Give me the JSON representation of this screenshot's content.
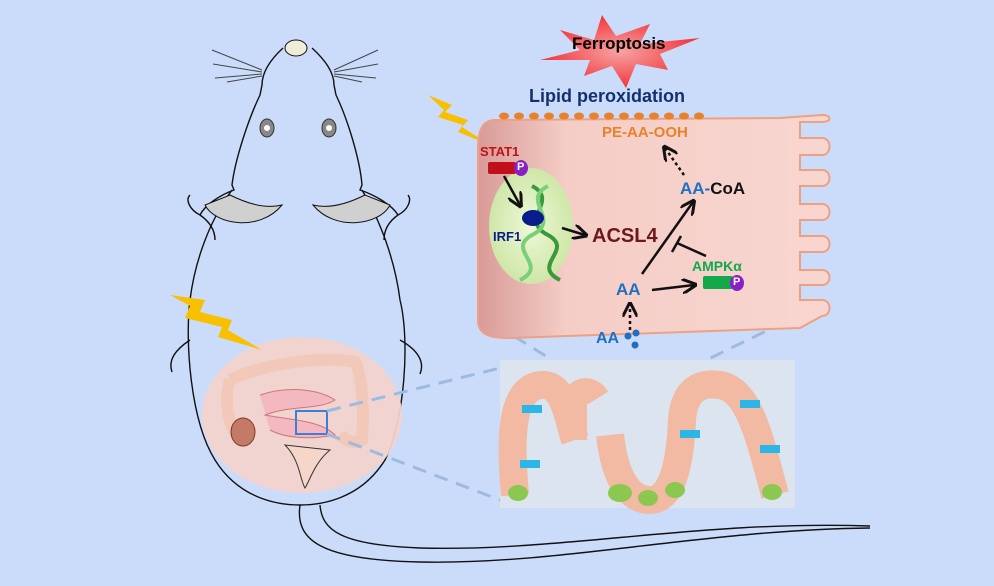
{
  "title_burst": "Ferroptosis",
  "subtitle": "Lipid peroxidation",
  "cell": {
    "product": "PE-AA-OOH",
    "stat1": "STAT1",
    "irf1": "IRF1",
    "acsl4": "ACSL4",
    "aa_coa_prefix": "AA-",
    "aa_coa_suffix": "CoA",
    "aa_inside": "AA",
    "ampk": "AMPKα",
    "phospho": "P"
  },
  "extracellular": {
    "aa_outside": "AA"
  },
  "colors": {
    "background": "#cbdcfb",
    "burst": "#f2353a",
    "lipid_text": "#14306e",
    "membrane_dots": "#e7822a",
    "product_text": "#e7822a",
    "stat1": "#c0101a",
    "phospho": "#8a1fc8",
    "irf1": "#0a1c8a",
    "acsl4": "#6a1a1a",
    "aa_blue": "#1f6fc2",
    "ampk_green": "#13a84a",
    "lightning": "#f8c000",
    "cell_fill": "#f4cdc6"
  }
}
